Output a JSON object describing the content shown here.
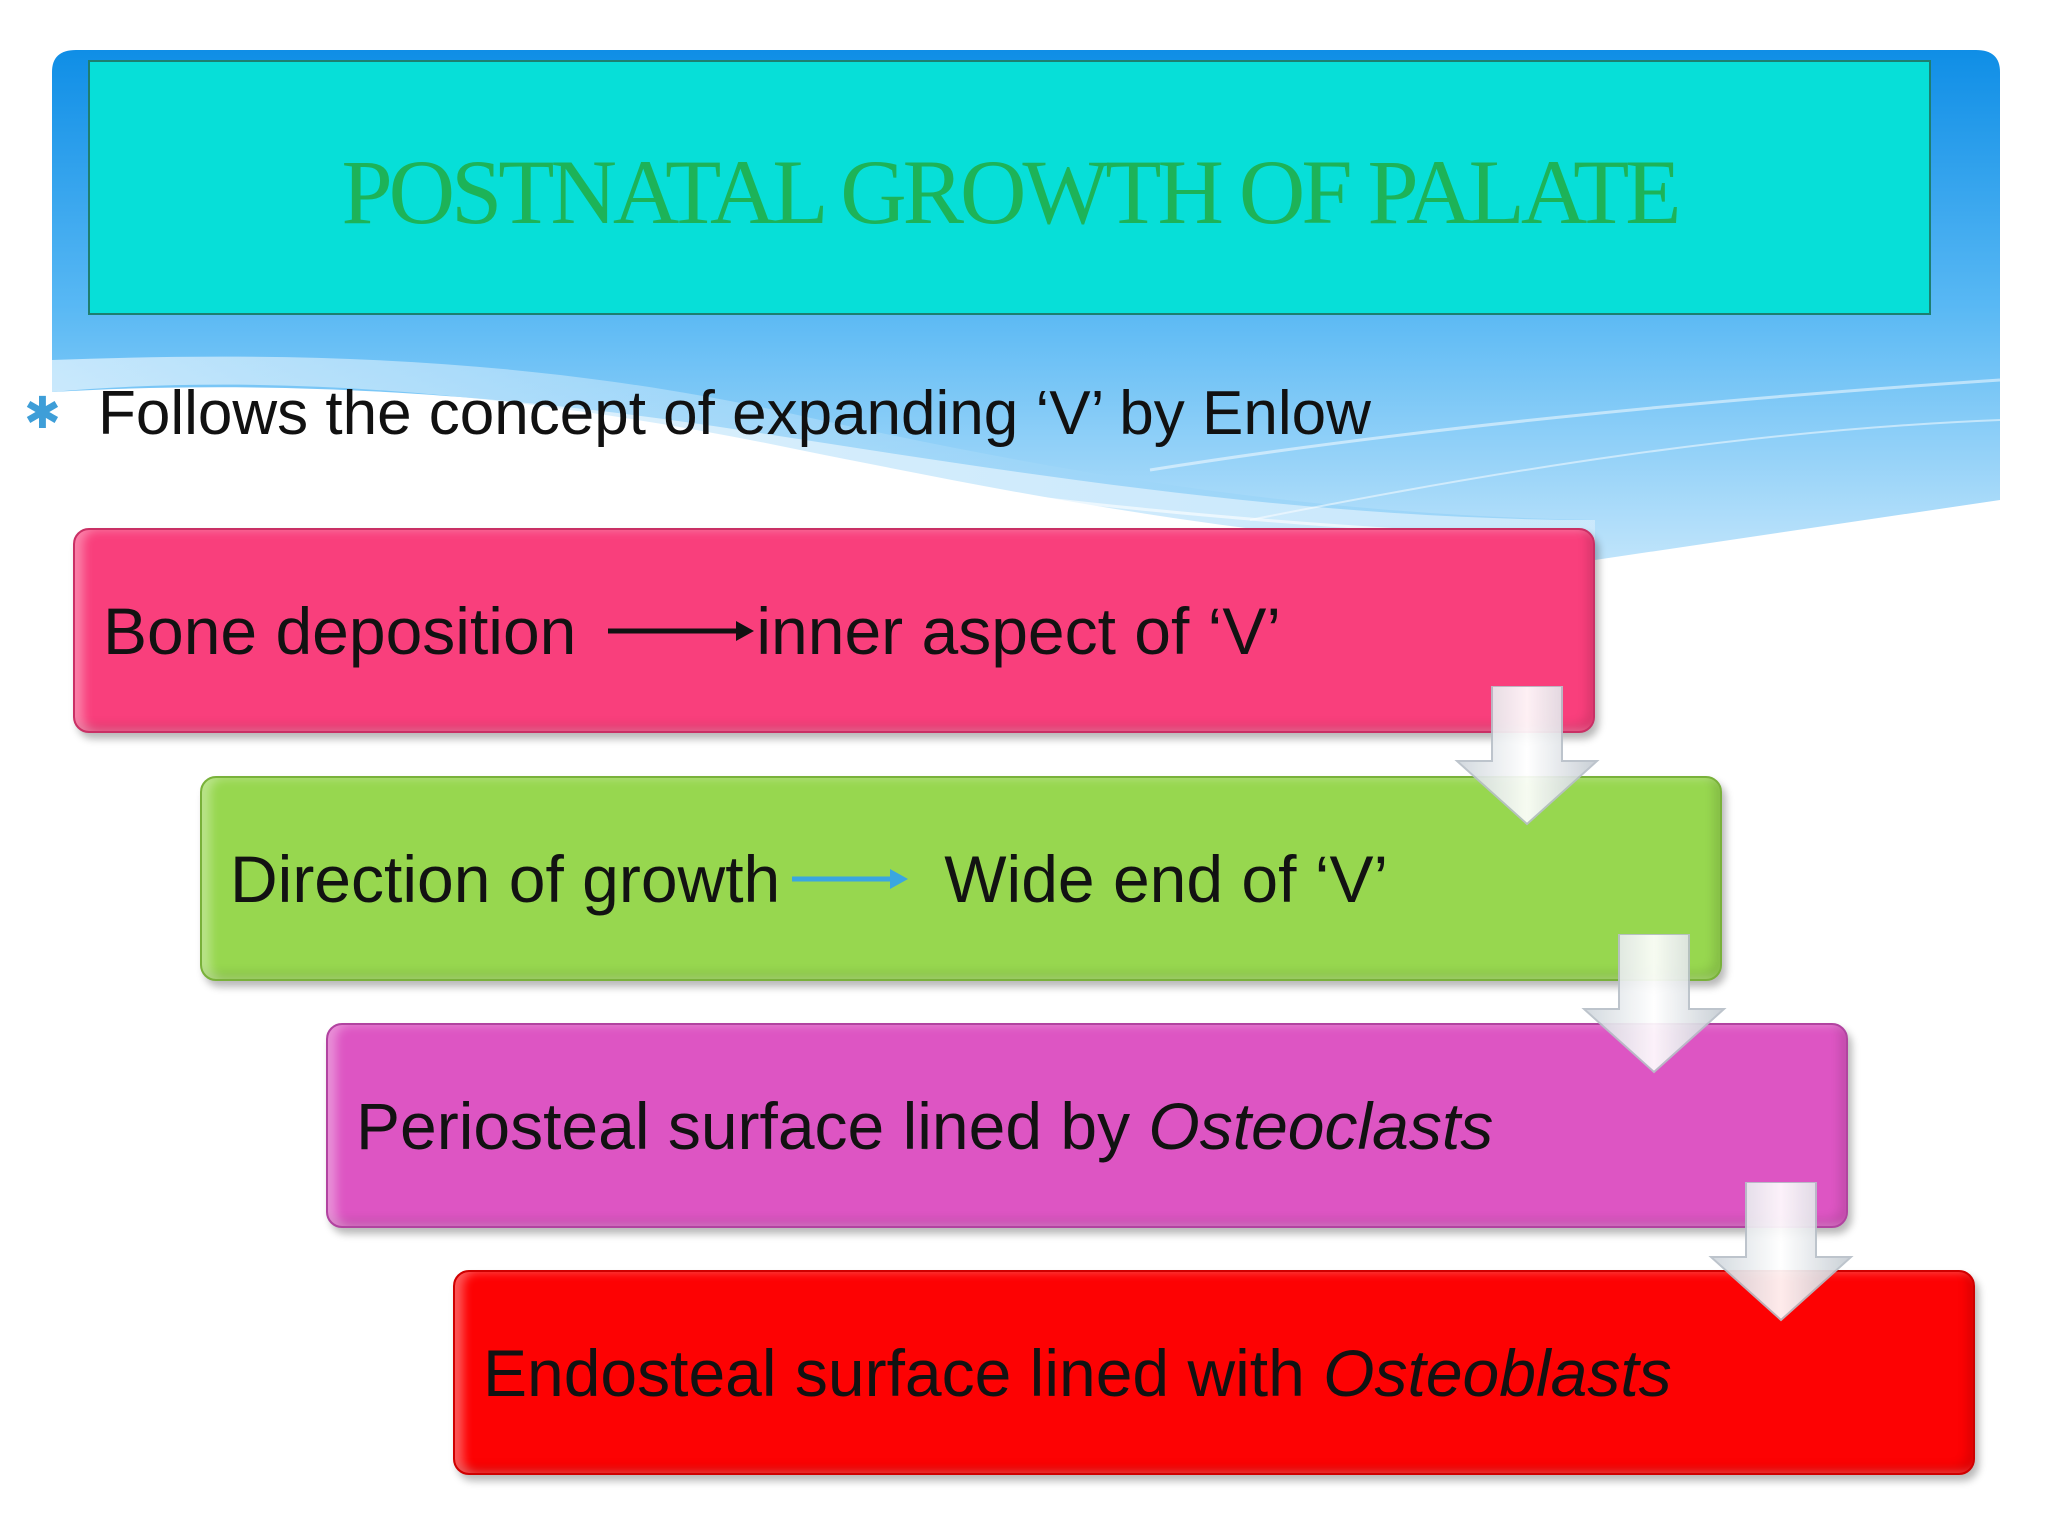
{
  "slide": {
    "title": "POSTNATAL GROWTH OF PALATE",
    "bullet_text": "Follows the concept of expanding ‘V’ by Enlow",
    "bullet_icon": "asterisk-icon"
  },
  "flow": {
    "step1": {
      "left": "Bone deposition",
      "right": "inner aspect of ‘V’",
      "arrow_color": "#111111"
    },
    "step2": {
      "left": "Direction of growth",
      "right": "Wide end of ‘V’",
      "arrow_color": "#3aa6e0"
    },
    "step3": {
      "text": "Periosteal surface lined by ",
      "italic": "Osteoclasts"
    },
    "step4": {
      "text": "Endosteal surface lined with ",
      "italic": "Osteoblasts"
    }
  },
  "colors": {
    "title_band": "#07dfd8",
    "title_text": "#1db358",
    "step1": "#f93f7c",
    "step2": "#97d74f",
    "step3": "#dd55c3",
    "step4": "#fd0203",
    "wave_blue": "#38a7ef"
  }
}
